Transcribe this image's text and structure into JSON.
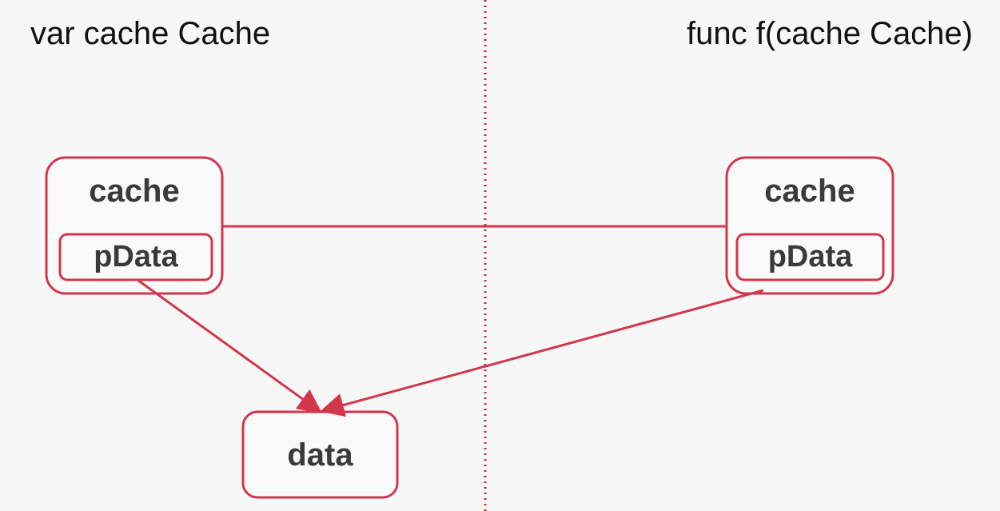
{
  "headings": {
    "left": "var cache Cache",
    "right": "func f(cache Cache)"
  },
  "left_struct": {
    "name": "cache",
    "field": "pData"
  },
  "right_struct": {
    "name": "cache",
    "field": "pData"
  },
  "target": {
    "name": "data"
  },
  "colors": {
    "accent": "#d2364a",
    "divider": "#c8283c",
    "text": "#3a3a3a",
    "background": "#f7f7f7"
  }
}
